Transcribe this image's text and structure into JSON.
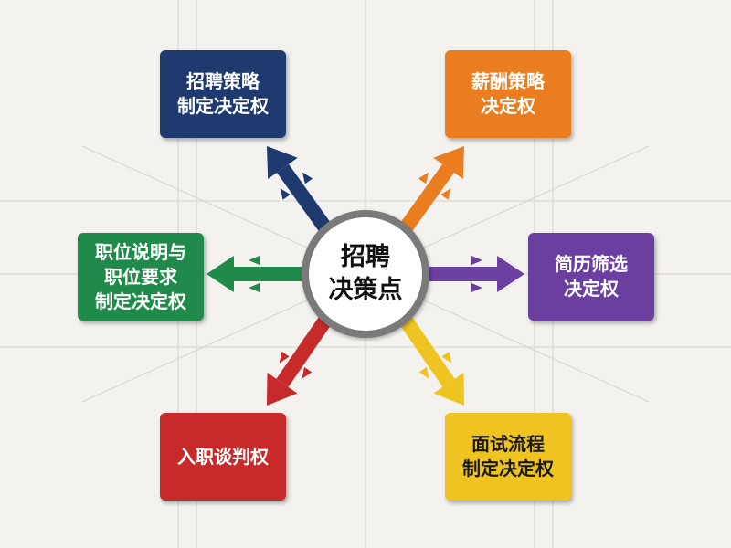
{
  "center": {
    "line1": "招聘",
    "line2": "决策点"
  },
  "nodes": {
    "strategy": {
      "lines": [
        "招聘策略",
        "制定决定权"
      ],
      "color": "#1e3a6e"
    },
    "salary": {
      "lines": [
        "薪酬策略",
        "决定权"
      ],
      "color": "#e97d20"
    },
    "job": {
      "lines": [
        "职位说明与",
        "职位要求",
        "制定决定权"
      ],
      "color": "#1f8a4a"
    },
    "resume": {
      "lines": [
        "简历筛选",
        "决定权"
      ],
      "color": "#6b3fa0"
    },
    "onboard": {
      "lines": [
        "入职谈判权"
      ],
      "color": "#c62a2a"
    },
    "interview": {
      "lines": [
        "面试流程",
        "制定决定权"
      ],
      "color": "#f0c420"
    }
  }
}
